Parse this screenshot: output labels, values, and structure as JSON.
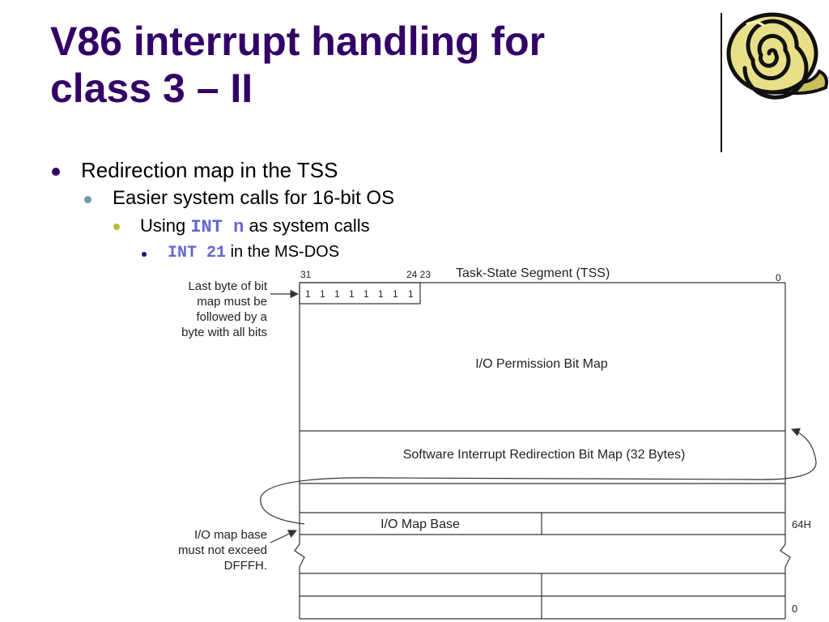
{
  "slide": {
    "title_line1": "V86 interrupt handling for",
    "title_line2": "class 3 – II",
    "logo_icon": "spiral-scroll-icon",
    "colors": {
      "title": "#330066",
      "code": "#6666cc",
      "bullet1": "#330066",
      "bullet2": "#6f9aa2",
      "bullet3": "#b9bc33"
    }
  },
  "bullets": [
    {
      "text": "Redirection map in the TSS"
    },
    {
      "text": "Easier system calls for 16-bit OS"
    },
    {
      "pre": "Using ",
      "code": "INT n",
      "post": " as system calls"
    },
    {
      "code": "INT 21",
      "post": " in the MS-DOS"
    }
  ],
  "diagram": {
    "header": "Task-State Segment (TSS)",
    "bit31": "31",
    "bit2423": "24 23",
    "bit0": "0",
    "bits": [
      "1",
      "1",
      "1",
      "1",
      "1",
      "1",
      "1",
      "1"
    ],
    "io_permission": "I/O Permission Bit Map",
    "redirection": "Software Interrupt Redirection Bit Map (32 Bytes)",
    "io_map_base": "I/O Map Base",
    "offset_64h": "64H",
    "offset_0": "0",
    "note_top": [
      "Last byte of bit",
      "map must be",
      "followed by a",
      "byte with all bits"
    ],
    "note_bottom": [
      "I/O map base",
      "must not exceed",
      "DFFFH."
    ]
  }
}
